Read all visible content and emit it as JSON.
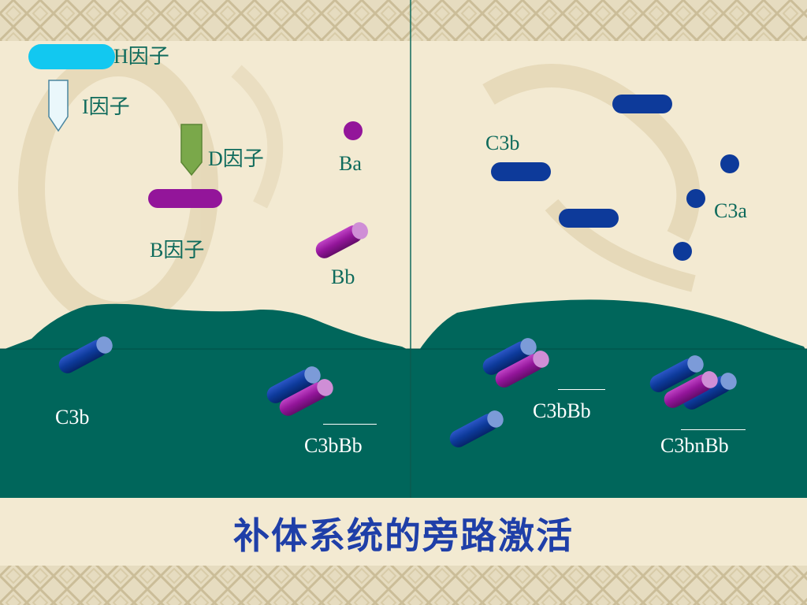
{
  "title": "补体系统的旁路激活",
  "colors": {
    "background": "#f3ead2",
    "membrane": "#00665b",
    "c3b_blue": "#0d3a9a",
    "bb_purple": "#93159a",
    "h_factor": "#12c8f0",
    "d_factor": "#7aa84a",
    "title_blue": "#1f3fa8",
    "label_teal": "#0f6b5c"
  },
  "legend": {
    "h_factor": "H因子",
    "i_factor": "I因子",
    "d_factor": "D因子",
    "b_factor": "B因子"
  },
  "left_panel": {
    "ba": "Ba",
    "bb": "Bb",
    "c3b_bound": "C3b",
    "c3bbb_bound": "C3bBb"
  },
  "right_panel": {
    "c3b": "C3b",
    "c3a": "C3a",
    "c3bbb": "C3bBb",
    "c3bnbb": "C3bnBb"
  }
}
